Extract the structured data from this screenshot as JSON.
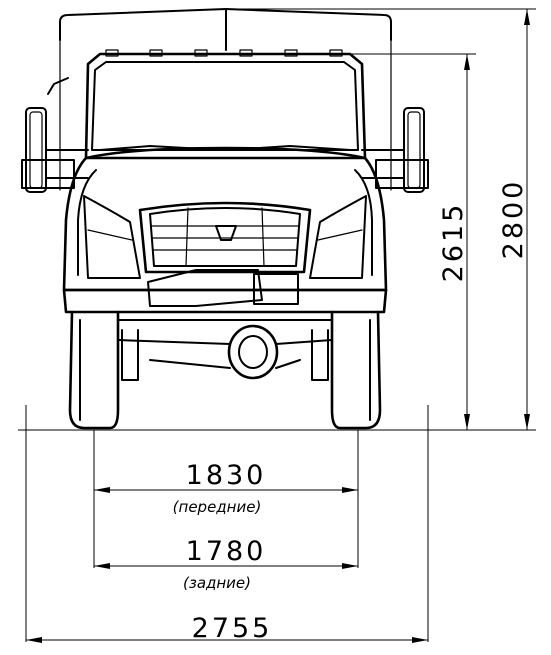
{
  "dimensions": {
    "front_track": {
      "value": "1830",
      "note": "(передние)"
    },
    "rear_track": {
      "value": "1780",
      "note": "(задние)"
    },
    "overall_width": {
      "value": "2755"
    },
    "cab_height": {
      "value": "2615"
    },
    "overall_height": {
      "value": "2800"
    }
  }
}
